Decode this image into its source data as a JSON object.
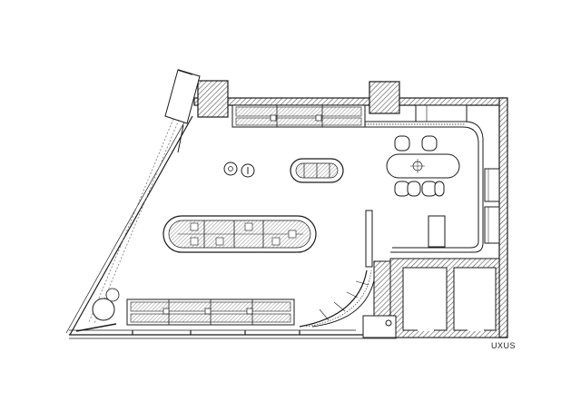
{
  "drawing": {
    "type": "architectural floor plan",
    "brand_label": "UXUS",
    "colors": {
      "line": "#1a1a1a",
      "fill": "#ffffff",
      "hatch": "#555555",
      "dashed": "#777777"
    }
  },
  "elements": {
    "display_tables": {
      "round_small": 2,
      "oval_small": 1,
      "oval_large": 1
    },
    "dining_chairs": 6,
    "dining_table": 1,
    "wall_shelving_units": 2,
    "service_rooms": 2,
    "curved_counter": 1,
    "glazed_facade": 1
  }
}
